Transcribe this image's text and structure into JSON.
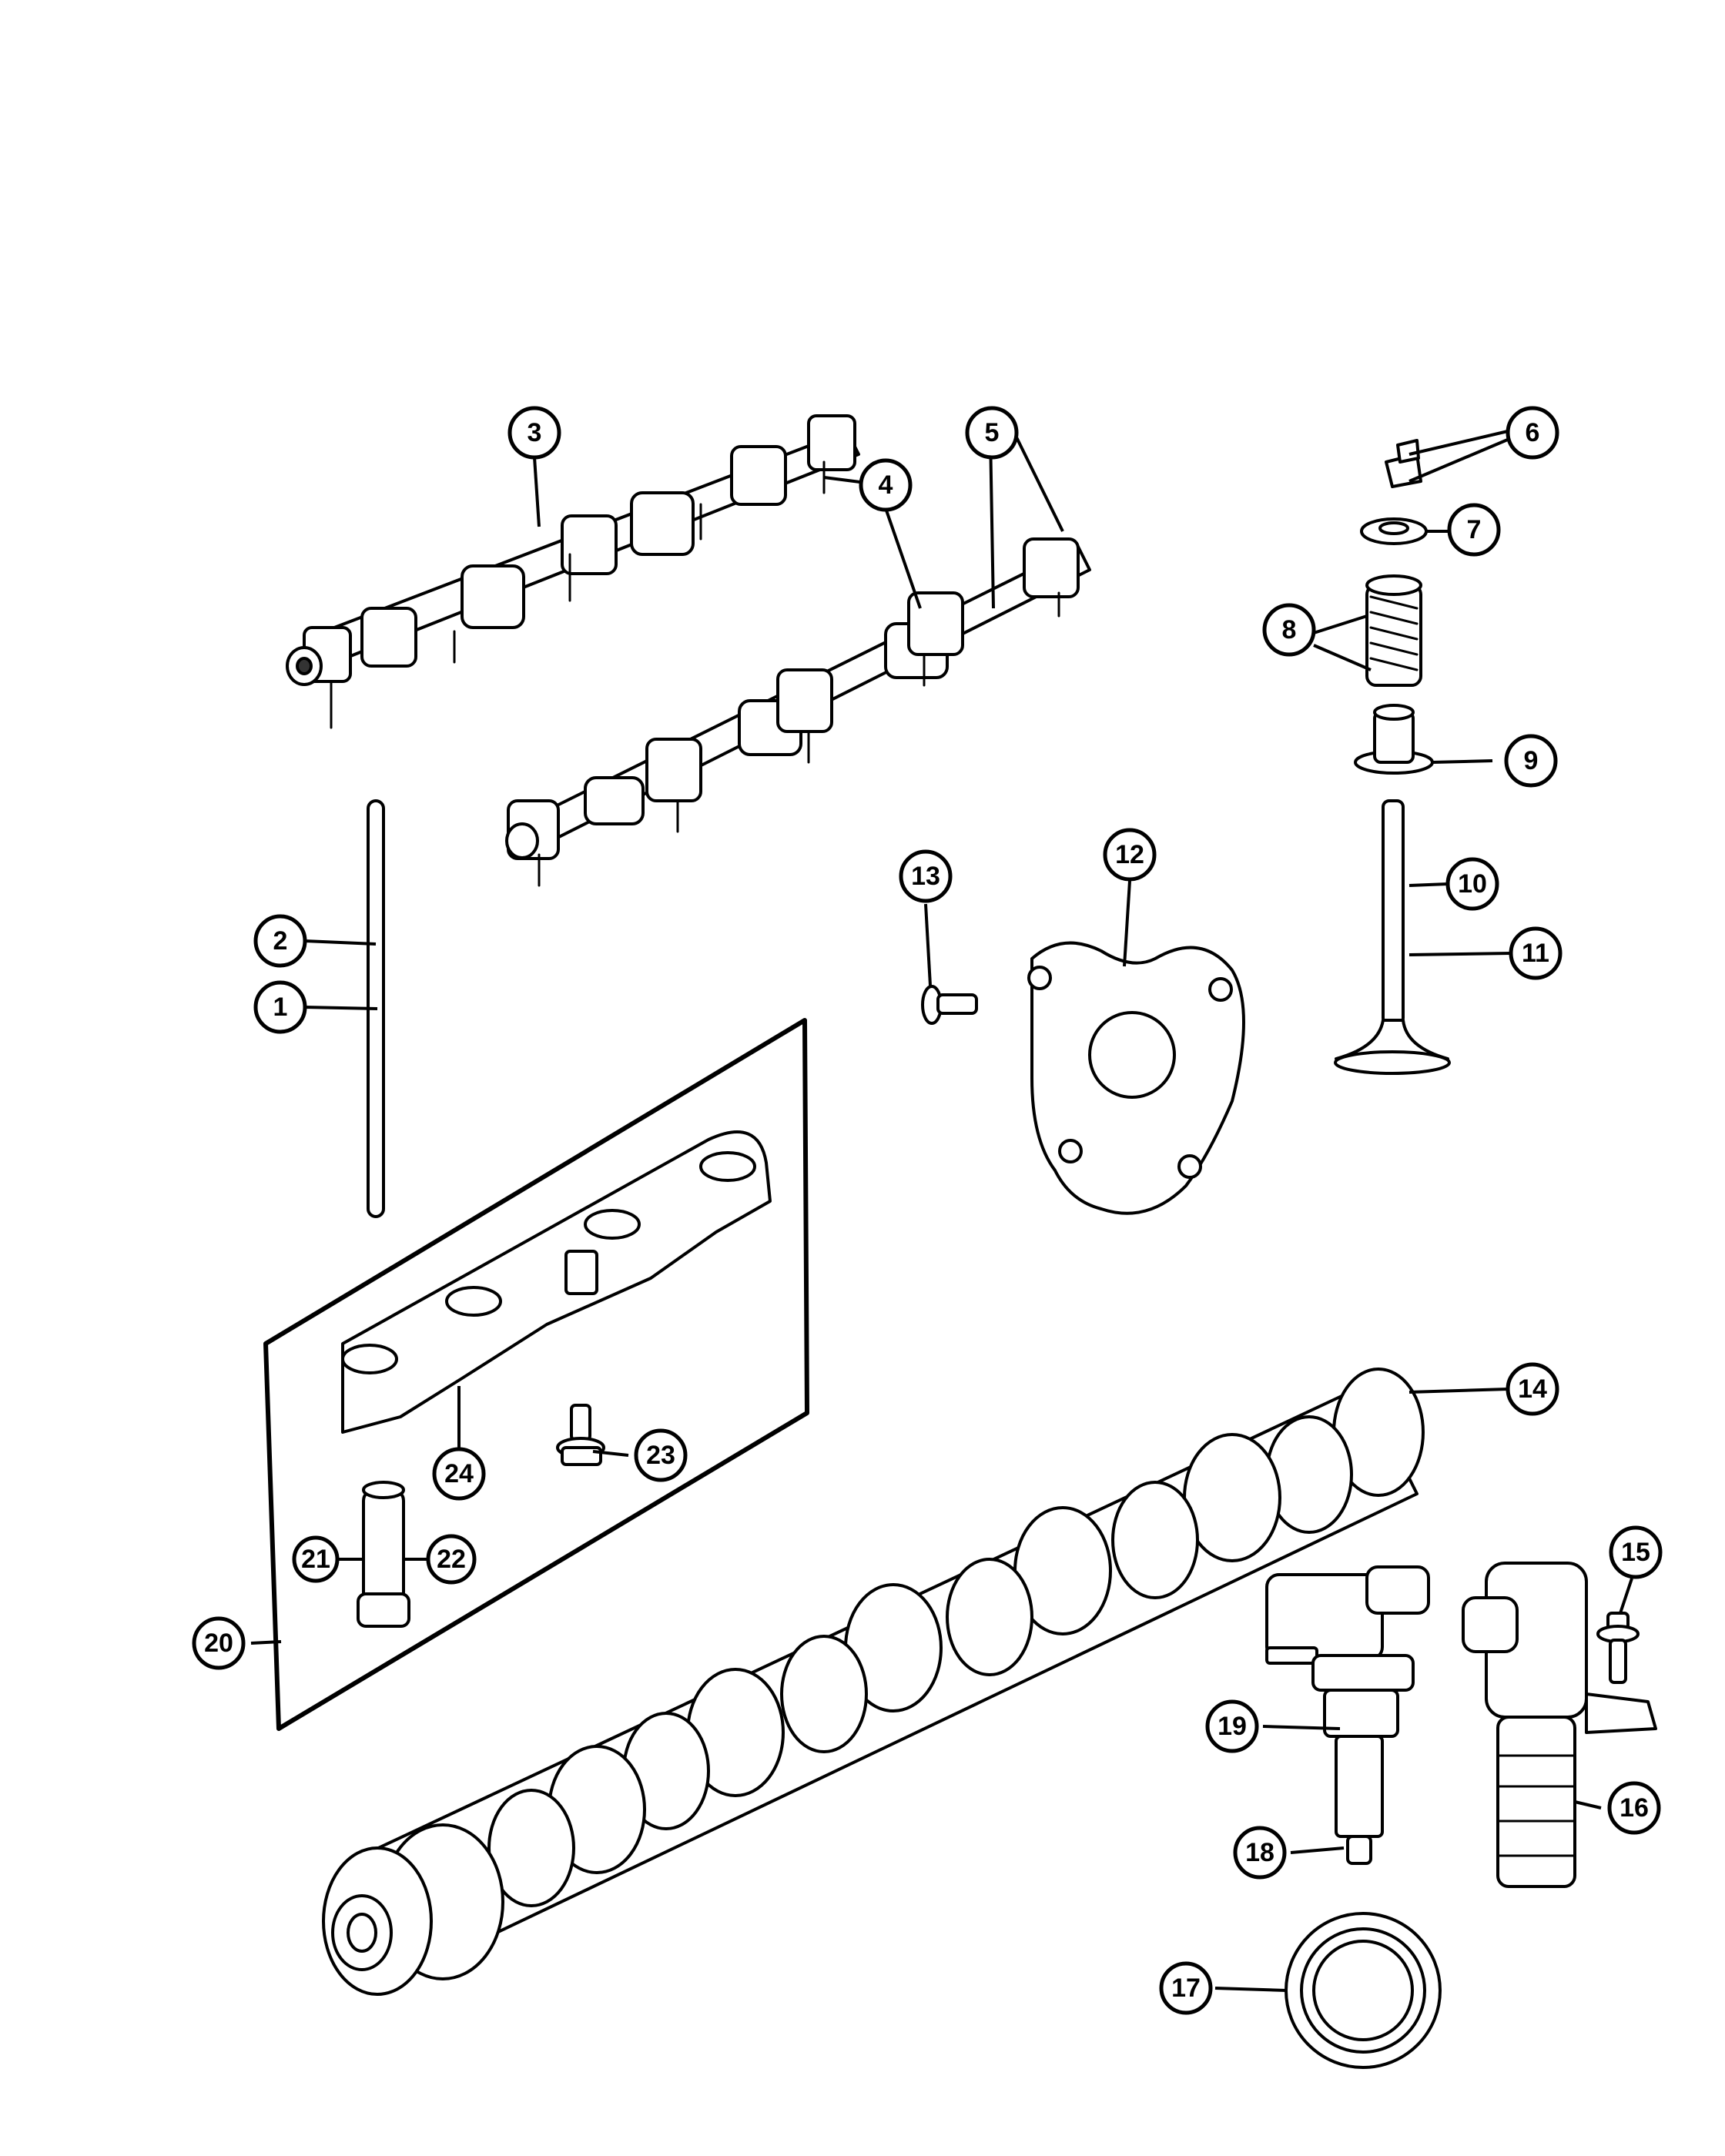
{
  "callouts": [
    {
      "n": "1"
    },
    {
      "n": "2"
    },
    {
      "n": "3"
    },
    {
      "n": "4"
    },
    {
      "n": "5"
    },
    {
      "n": "6"
    },
    {
      "n": "7"
    },
    {
      "n": "8"
    },
    {
      "n": "9"
    },
    {
      "n": "10"
    },
    {
      "n": "11"
    },
    {
      "n": "12"
    },
    {
      "n": "13"
    },
    {
      "n": "14"
    },
    {
      "n": "15"
    },
    {
      "n": "16"
    },
    {
      "n": "17"
    },
    {
      "n": "18"
    },
    {
      "n": "19"
    },
    {
      "n": "20"
    },
    {
      "n": "21"
    },
    {
      "n": "22"
    },
    {
      "n": "23"
    },
    {
      "n": "24"
    }
  ]
}
